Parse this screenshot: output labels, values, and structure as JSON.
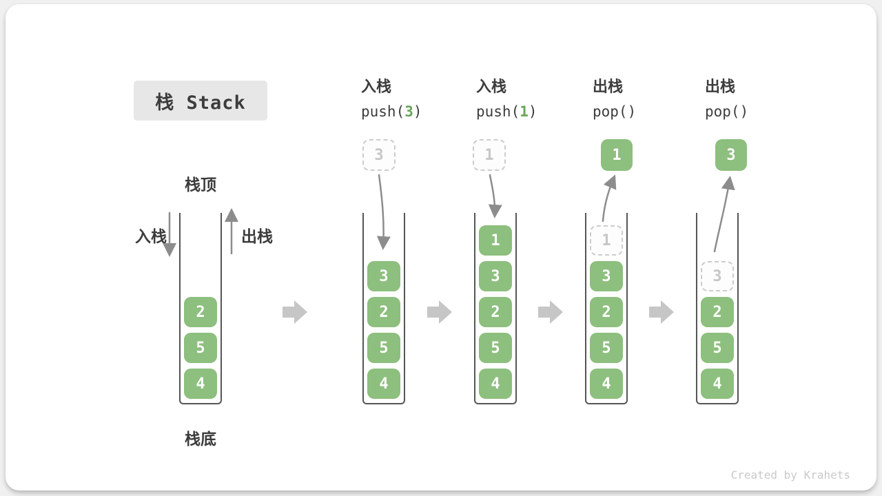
{
  "title": {
    "text": "栈 Stack"
  },
  "labels": {
    "stack_top": "栈顶",
    "stack_bottom": "栈底",
    "push": "入栈",
    "pop": "出栈"
  },
  "headers": {
    "h2": {
      "op": "入栈",
      "pre": "push(",
      "arg": "3",
      "post": ")"
    },
    "h3": {
      "op": "入栈",
      "pre": "push(",
      "arg": "1",
      "post": ")"
    },
    "h4": {
      "op": "出栈",
      "pre": "pop(",
      "arg": "",
      "post": ")"
    },
    "h5": {
      "op": "出栈",
      "pre": "pop(",
      "arg": "",
      "post": ")"
    }
  },
  "stacks": {
    "s1": {
      "items": [
        "2",
        "5",
        "4"
      ]
    },
    "s2": {
      "ghost": "3",
      "items": [
        "3",
        "2",
        "5",
        "4"
      ]
    },
    "s3": {
      "ghost": "1",
      "items": [
        "1",
        "3",
        "2",
        "5",
        "4"
      ]
    },
    "s4": {
      "popped": "1",
      "top_dashed": "1",
      "items": [
        "3",
        "2",
        "5",
        "4"
      ]
    },
    "s5": {
      "popped": "3",
      "top_dashed": "3",
      "items": [
        "2",
        "5",
        "4"
      ]
    }
  },
  "credit": "Created by Krahets",
  "colors": {
    "green": "#8dbf7e",
    "green_dark": "#67a757",
    "box_text": "#ffffff",
    "dashed_border": "#cccccc",
    "dashed_text": "#c6c6c6",
    "wall": "#555555",
    "text_dark": "#3c3c3c",
    "arrow": "#8c8c8c",
    "flow_arrow": "#c6c6c6",
    "title_bg": "#e7e7e7",
    "card_bg": "#ffffff",
    "page_bg": "#f0f0f0",
    "credit_color": "#c9c9c9"
  }
}
